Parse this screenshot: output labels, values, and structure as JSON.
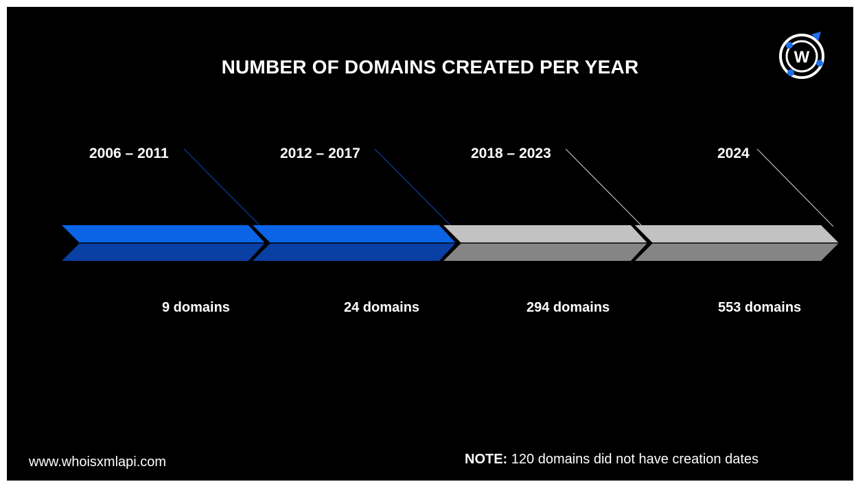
{
  "title": "NUMBER OF DOMAINS CREATED PER YEAR",
  "timeline": [
    {
      "period": "2006 – 2011",
      "count": "9 domains",
      "color": "blue"
    },
    {
      "period": "2012 – 2017",
      "count": "24 domains",
      "color": "blue"
    },
    {
      "period": "2018 – 2023",
      "count": "294 domains",
      "color": "gray"
    },
    {
      "period": "2024",
      "count": "553 domains",
      "color": "gray"
    }
  ],
  "colors": {
    "background": "#000000",
    "blue_top": "#0b63e5",
    "blue_bottom": "#0a3fa3",
    "gray_top": "#c2c2c2",
    "gray_bottom": "#858585",
    "leader_blue": "#0a3fa3",
    "leader_gray": "#bfbfbf"
  },
  "footer": {
    "website": "www.whoisxmlapi.com",
    "note_label": "NOTE:",
    "note_text": " 120 domains did not have creation dates"
  },
  "logo": {
    "icon": "whoisxmlapi-logo-icon",
    "letter": "W"
  }
}
